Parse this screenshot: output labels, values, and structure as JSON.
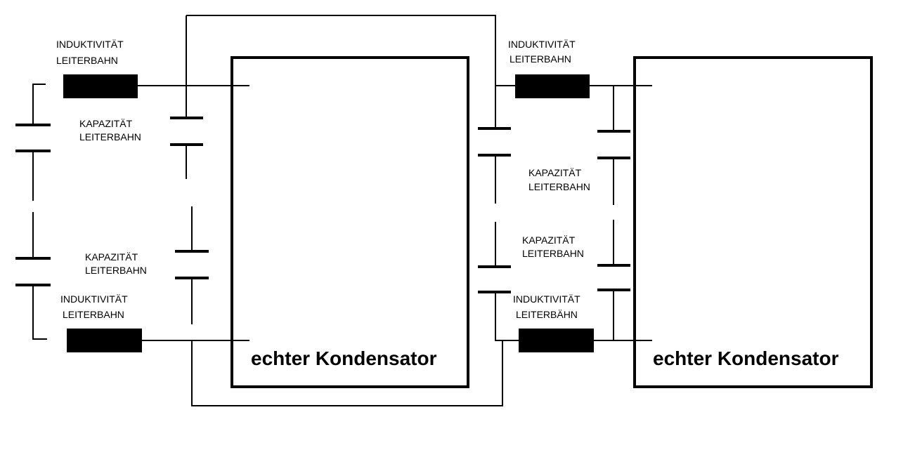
{
  "diagram": {
    "colors": {
      "ink": "#000000",
      "background": "#ffffff"
    },
    "left_circuit": {
      "inductor_top": {
        "line1": "INDUKTIVITÄT",
        "line2": "LEITERBAHN"
      },
      "capacitance_top": {
        "line1": "KAPAZITÄT",
        "line2": "LEITERBAHN"
      },
      "capacitance_bottom": {
        "line1": "KAPAZITÄT",
        "line2": "LEITERBAHN"
      },
      "inductor_bottom": {
        "line1": "INDUKTIVITÄT",
        "line2": "LEITERBAHN"
      },
      "capacitor_box": {
        "label": "echter Kondensator"
      }
    },
    "right_circuit": {
      "inductor_top": {
        "line1": "INDUKTIVITÄT",
        "line2": "LEITERBAHN"
      },
      "capacitance_upper": {
        "line1": "KAPAZITÄT",
        "line2": "LEITERBAHN"
      },
      "capacitance_lower": {
        "line1": "KAPAZITÄT",
        "line2": "LEITERBAHN"
      },
      "inductor_bottom": {
        "line1": "INDUKTIVITÄT",
        "line2": "LEITERBÄHN"
      },
      "capacitor_box": {
        "label": "echter Kondensator"
      }
    }
  }
}
